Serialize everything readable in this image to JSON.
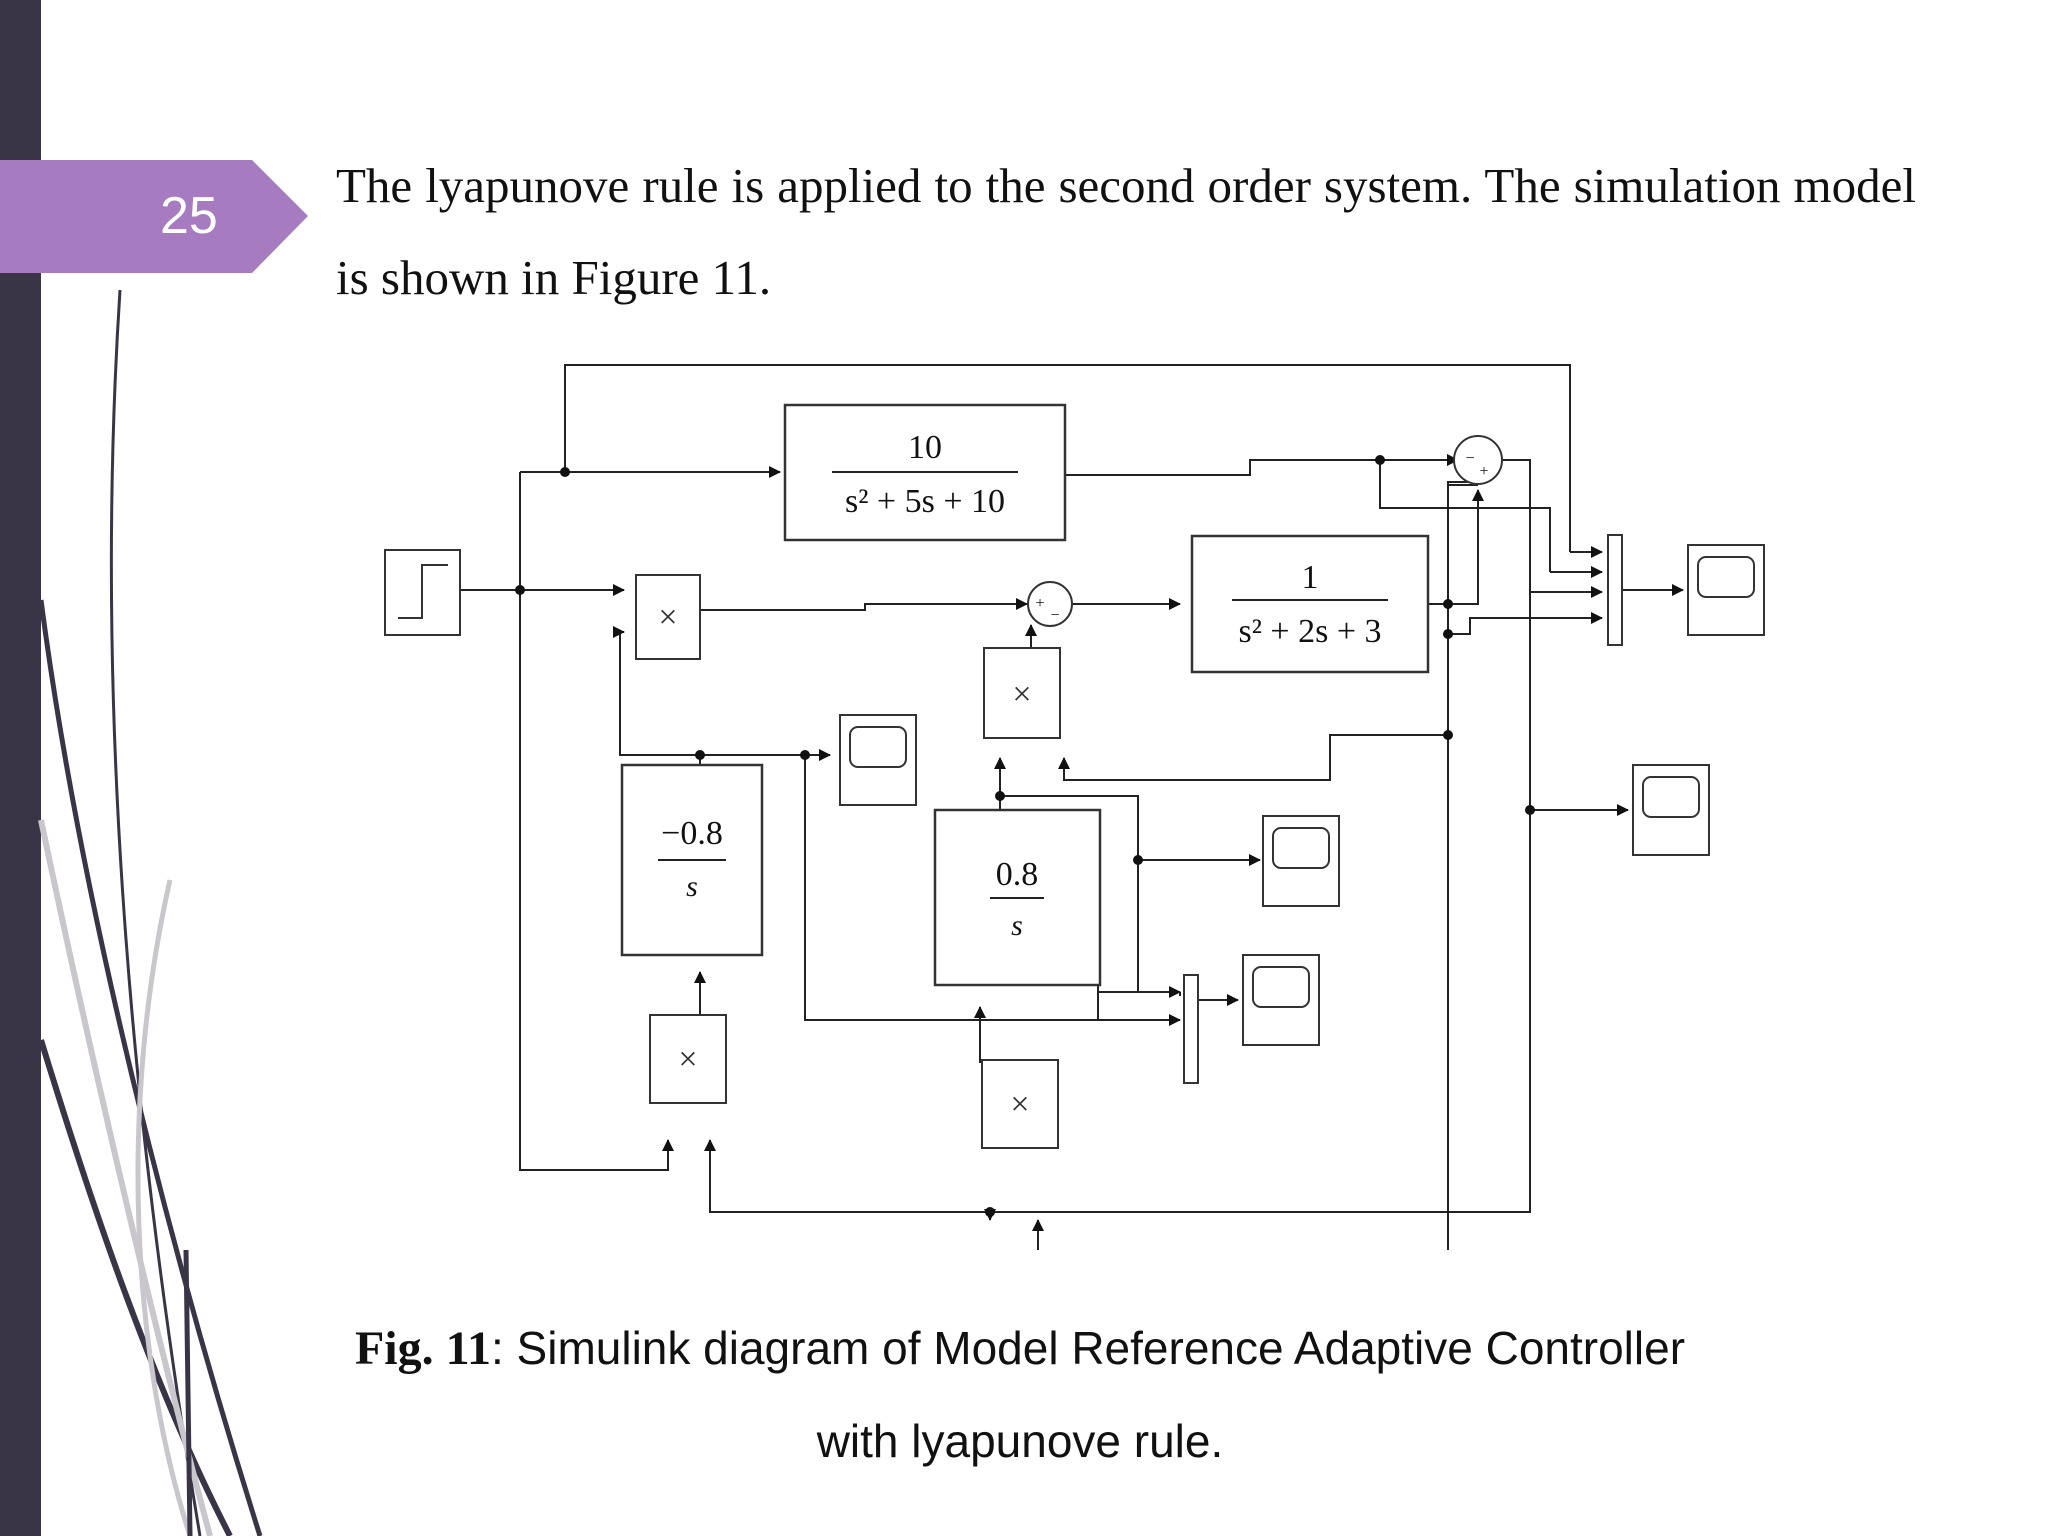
{
  "slide": {
    "page_number": "25",
    "accent_color": "#a77bc0",
    "sidebar_color": "#3a3546"
  },
  "body": {
    "paragraph": "The lyapunove rule is applied to the second order system. The simulation model is shown in Figure 11."
  },
  "diagram": {
    "reference_model": {
      "numerator": "10",
      "denominator": "s² + 5s + 10"
    },
    "plant": {
      "numerator": "1",
      "denominator": "s² + 2s + 3"
    },
    "integrator_left": {
      "numerator": "−0.8",
      "denominator": "s"
    },
    "integrator_center": {
      "numerator": "0.8",
      "denominator": "s"
    },
    "product_symbol": "×",
    "sum_top_signs": [
      "−",
      "+"
    ],
    "sum_mid_signs": [
      "+",
      "−"
    ]
  },
  "caption": {
    "label": "Fig. 11",
    "text": ": Simulink diagram of Model Reference Adaptive Controller",
    "line2": "with lyapunove rule."
  }
}
